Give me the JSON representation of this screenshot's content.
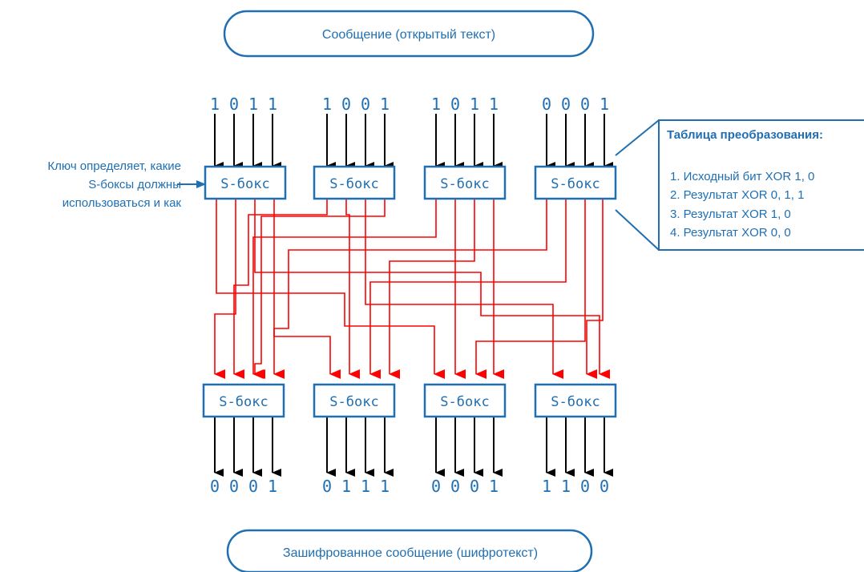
{
  "top_label": "Сообщение (открытый текст)",
  "bottom_label": "Зашифрованное сообщение (шифротекст)",
  "sbox_label": "S-бокс",
  "key_note": [
    "Ключ определяет, какие",
    "S-боксы должны",
    "использоваться и как"
  ],
  "table": {
    "title": "Таблица преобразования:",
    "rows": [
      "1. Исходный бит XOR 1, 0",
      "2. Результат XOR 0, 1, 1",
      "3. Результат XOR 1, 0",
      "4. Результат XOR 0, 0"
    ]
  },
  "input_bits": [
    [
      "1",
      "0",
      "1",
      "1"
    ],
    [
      "1",
      "0",
      "0",
      "1"
    ],
    [
      "1",
      "0",
      "1",
      "1"
    ],
    [
      "0",
      "0",
      "0",
      "1"
    ]
  ],
  "output_bits": [
    [
      "0",
      "0",
      "0",
      "1"
    ],
    [
      "0",
      "1",
      "1",
      "1"
    ],
    [
      "0",
      "0",
      "0",
      "1"
    ],
    [
      "1",
      "1",
      "0",
      "0"
    ]
  ],
  "colors": {
    "accent": "#1f6fb2",
    "wire": "#ff0000",
    "arrow": "#000000"
  }
}
